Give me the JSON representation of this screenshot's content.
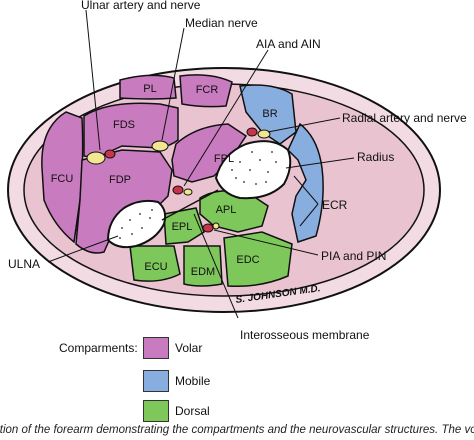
{
  "labels": {
    "ulnar_artery_nerve": "Ulnar artery and nerve",
    "median_nerve": "Median nerve",
    "aia_ain": "AIA and AIN",
    "radial_artery_nerve": "Radial artery and nerve",
    "radius": "Radius",
    "ecr": "ECR",
    "pia_pin": "PIA and PIN",
    "ulna": "ULNA",
    "interosseous_membrane": "Interosseous membrane",
    "signature": "S. JOHNSON M.D."
  },
  "muscles": {
    "pl": "PL",
    "fcr": "FCR",
    "fds": "FDS",
    "br": "BR",
    "fcu": "FCU",
    "fdp": "FDP",
    "fpl": "FPL",
    "epl": "EPL",
    "apl": "APL",
    "ecu": "ECU",
    "edm": "EDM",
    "edc": "EDC"
  },
  "legend": {
    "heading": "Comparments:",
    "items": [
      {
        "label": "Volar",
        "color": "#c97bbf"
      },
      {
        "label": "Mobile",
        "color": "#88aee0"
      },
      {
        "label": "Dorsal",
        "color": "#7ec85b"
      }
    ]
  },
  "colors": {
    "volar": "#c97bbf",
    "mobile": "#88aee0",
    "dorsal": "#7ec85b",
    "outer_ring": "#f2dbe2",
    "nerve": "#f2e690",
    "artery": "#c8344a"
  },
  "caption": "ction of the forearm demonstrating the compartments and the neurovascular structures. The volar"
}
